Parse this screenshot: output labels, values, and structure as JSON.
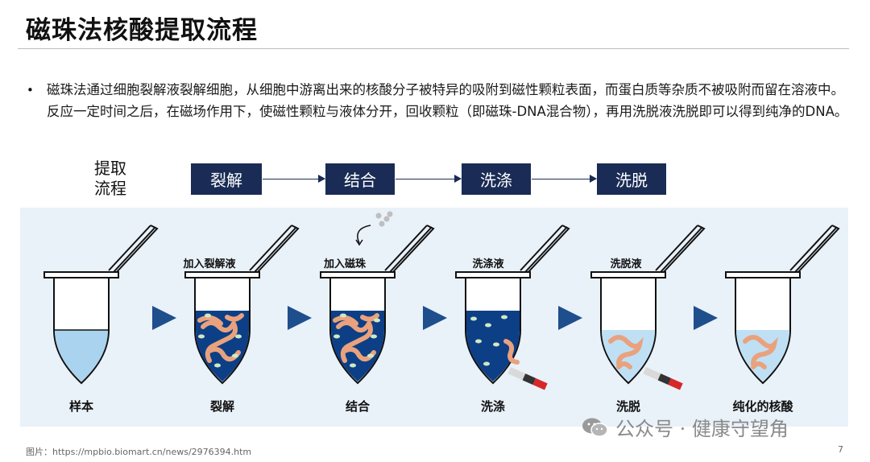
{
  "title": "磁珠法核酸提取流程",
  "description": "磁珠法通过细胞裂解液裂解细胞，从细胞中游离出来的核酸分子被特异的吸附到磁性颗粒表面，而蛋白质等杂质不被吸附而留在溶液中。反应一定时间之后，在磁场作用下，使磁性颗粒与液体分开，回收颗粒（即磁珠-DNA混合物），再用洗脱液洗脱即可以得到纯净的DNA。",
  "flow": {
    "label_line1": "提取",
    "label_line2": "流程",
    "steps": [
      "裂解",
      "结合",
      "洗涤",
      "洗脱"
    ]
  },
  "tubes": {
    "top_labels": [
      "加入裂解液",
      "加入磁珠",
      "洗涤液",
      "洗脱液"
    ],
    "captions": [
      "样本",
      "裂解",
      "结合",
      "洗涤",
      "洗脱",
      "纯化的核酸"
    ]
  },
  "watermark": "公众号 · 健康守望角",
  "source": "图片：https://mpbio.biomart.cn/news/2976394.htm",
  "page_number": "7",
  "colors": {
    "step_box": "#1a2c55",
    "panel_bg": "#e9f1f9",
    "arrow": "#1f4e8c",
    "liquid_dark": "#0d3f86",
    "liquid_light": "#a9d3ee",
    "dna": "#e9a27d",
    "bead": "#cfe9c3"
  }
}
